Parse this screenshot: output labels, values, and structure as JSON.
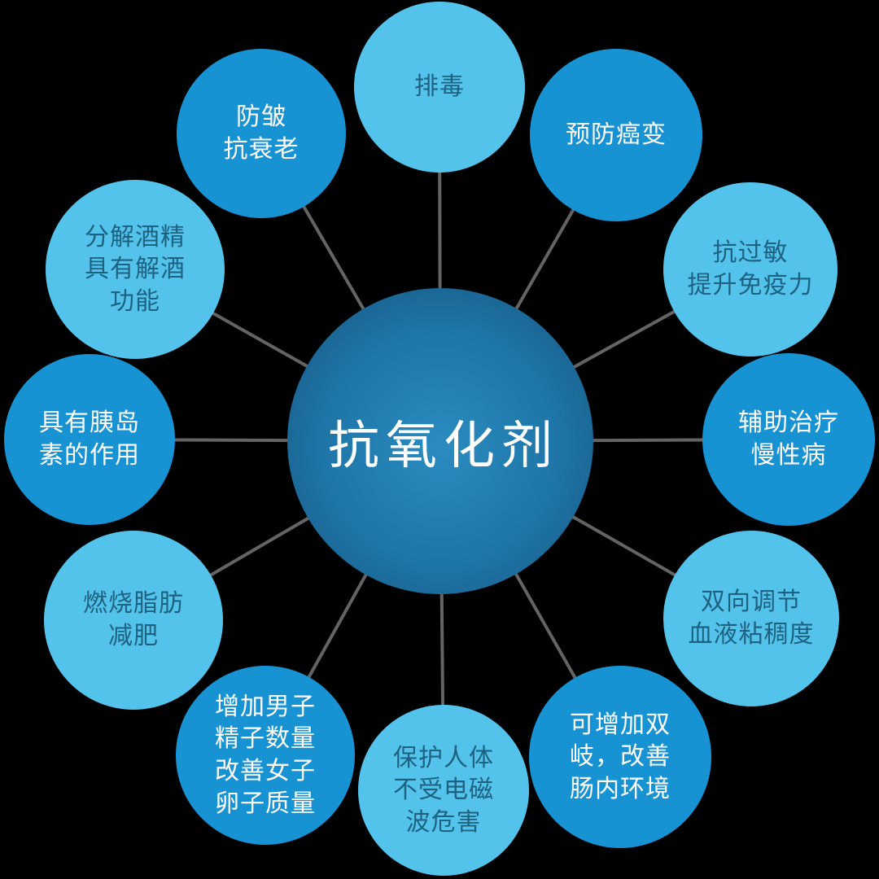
{
  "diagram": {
    "background_color": "#000000",
    "center": {
      "label": "抗氧化剂",
      "text_color": "#ffffff",
      "gradient_inner": "#2b8cc0",
      "gradient_outer": "#14517c"
    },
    "palette": {
      "light_circle_fill": "#54c3eb",
      "light_circle_text": "#1e6282",
      "dark_circle_fill": "#1792d3",
      "dark_circle_text": "#ffffff",
      "connector_line": "#646464"
    },
    "nodes": [
      {
        "label": "排毒",
        "tone": "light"
      },
      {
        "label": "预防癌变",
        "tone": "dark"
      },
      {
        "label": "抗过敏\n提升免疫力",
        "tone": "light"
      },
      {
        "label": "辅助治疗\n慢性病",
        "tone": "dark"
      },
      {
        "label": "双向调节\n血液粘稠度",
        "tone": "light"
      },
      {
        "label": "可增加双\n岐，改善\n肠内环境",
        "tone": "dark"
      },
      {
        "label": "保护人体\n不受电磁\n波危害",
        "tone": "light"
      },
      {
        "label": "增加男子\n精子数量\n改善女子\n卵子质量",
        "tone": "dark"
      },
      {
        "label": "燃烧脂肪\n减肥",
        "tone": "light"
      },
      {
        "label": "具有胰岛\n素的作用",
        "tone": "dark"
      },
      {
        "label": "分解酒精\n具有解酒\n功能",
        "tone": "light"
      },
      {
        "label": "防皱\n抗衰老",
        "tone": "dark"
      }
    ]
  }
}
